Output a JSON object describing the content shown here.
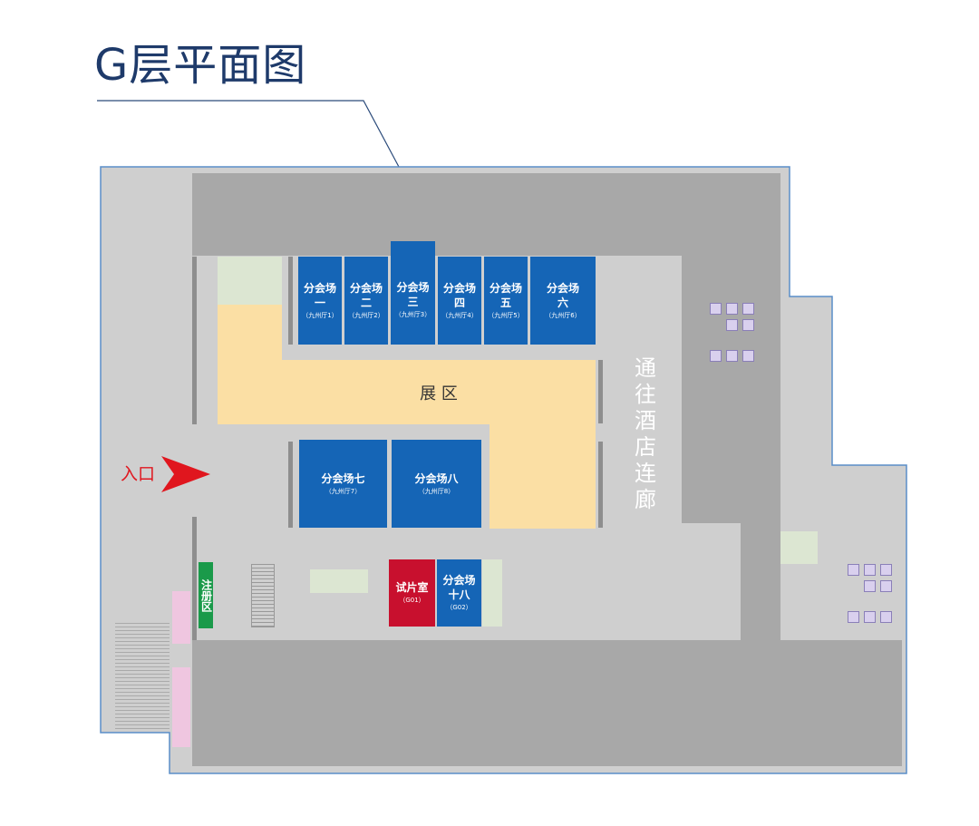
{
  "title": "G层平面图",
  "exhibit_area": "展 区",
  "corridor": "通往酒店连廊",
  "entrance": "入口",
  "registration": "注册区",
  "rooms": [
    {
      "name": "分会场",
      "num": "一",
      "hall": "（九州厅1）"
    },
    {
      "name": "分会场",
      "num": "二",
      "hall": "（九州厅2）"
    },
    {
      "name": "分会场",
      "num": "三",
      "hall": "（九州厅3）"
    },
    {
      "name": "分会场",
      "num": "四",
      "hall": "（九州厅4）"
    },
    {
      "name": "分会场",
      "num": "五",
      "hall": "（九州厅5）"
    },
    {
      "name": "分会场",
      "num": "六",
      "hall": "（九州厅6）"
    },
    {
      "name": "分会场七",
      "hall": "（九州厅7）"
    },
    {
      "name": "分会场八",
      "hall": "（九州厅8）"
    },
    {
      "name": "试片室",
      "hall": "（G01）"
    },
    {
      "name": "分会场",
      "num": "十八",
      "hall": "（G02）"
    }
  ],
  "colors": {
    "room": "#1565b6",
    "screening": "#c8102e",
    "exhibit": "#fbdfa4",
    "registration": "#1a9a4a",
    "entrance": "#e0161e",
    "title": "#1e3a6a"
  }
}
